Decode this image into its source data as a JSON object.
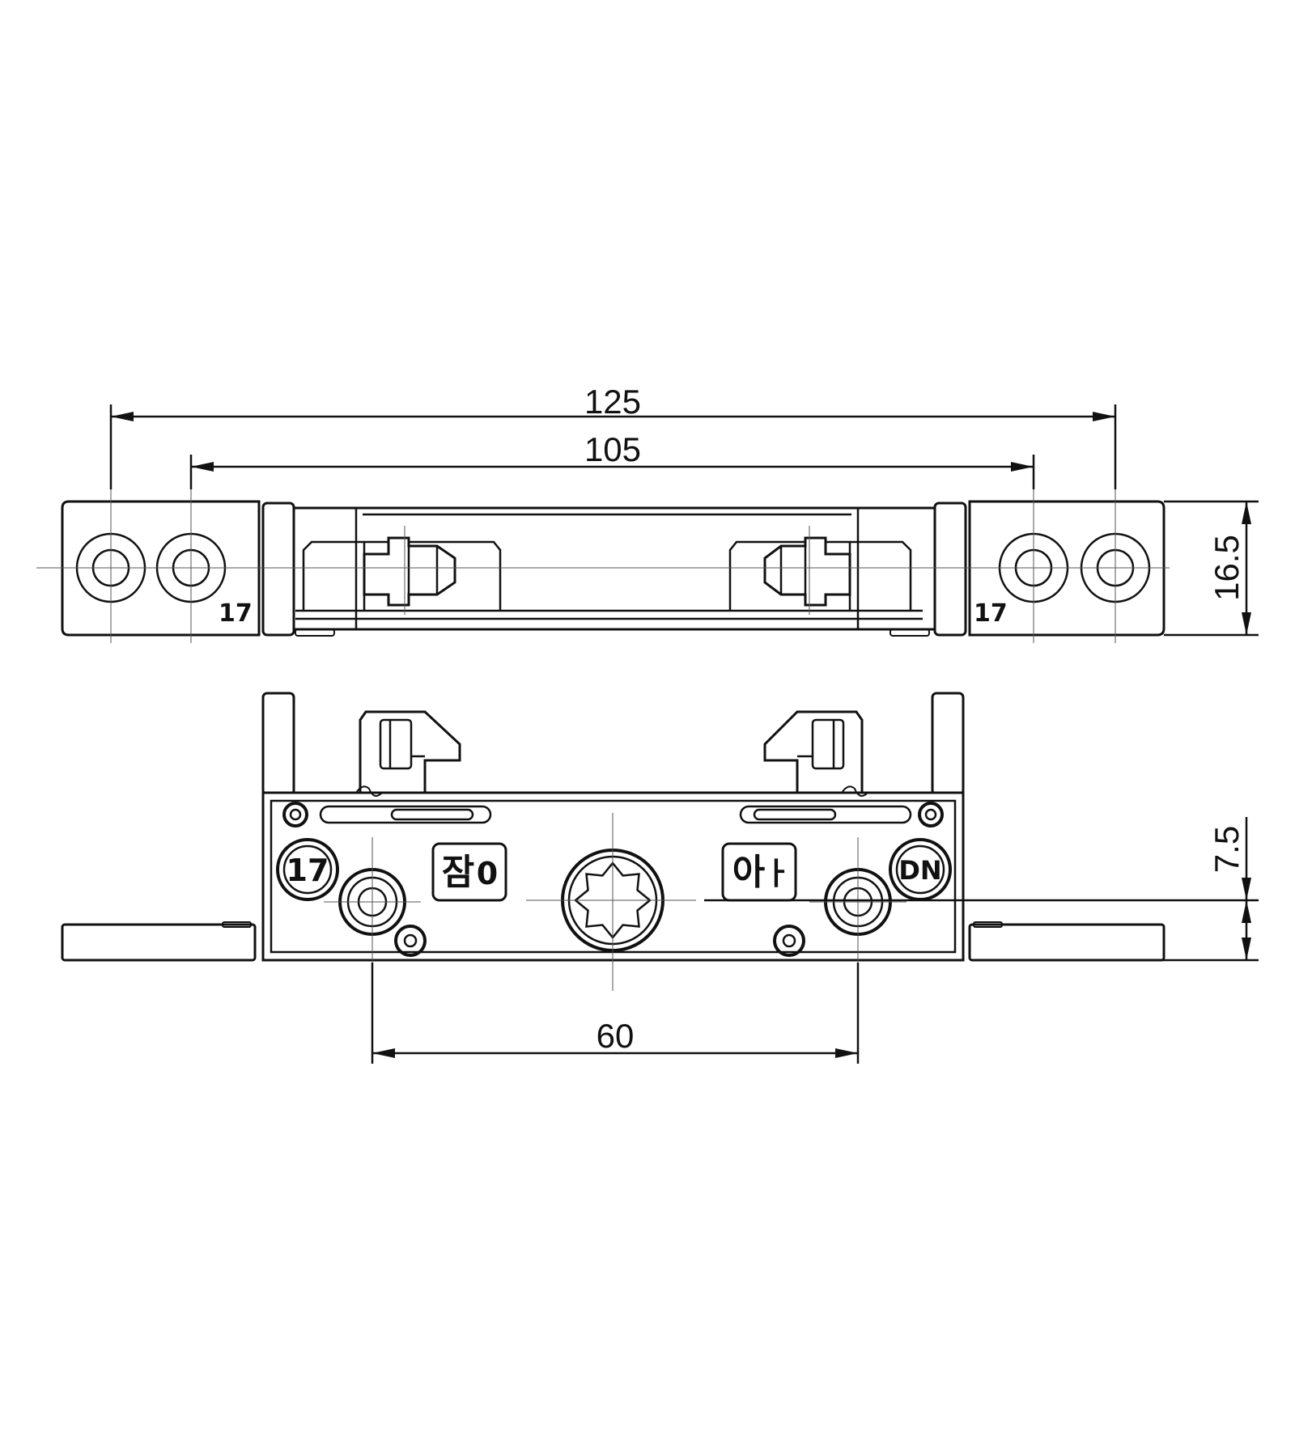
{
  "dimensions": {
    "overall_width": "125",
    "hole_spacing": "105",
    "height": "16.5",
    "spindle_offset": "7.5",
    "center_distance": "60"
  },
  "markings": {
    "left_end_number": "17",
    "right_end_number": "17",
    "circle_left": "17",
    "circle_right": "DN",
    "label_left": "잠",
    "label_left_suffix": "0",
    "label_right": "아",
    "label_right_suffix": "ㅏ"
  },
  "colors": {
    "line": "#111111",
    "background": "#ffffff"
  }
}
